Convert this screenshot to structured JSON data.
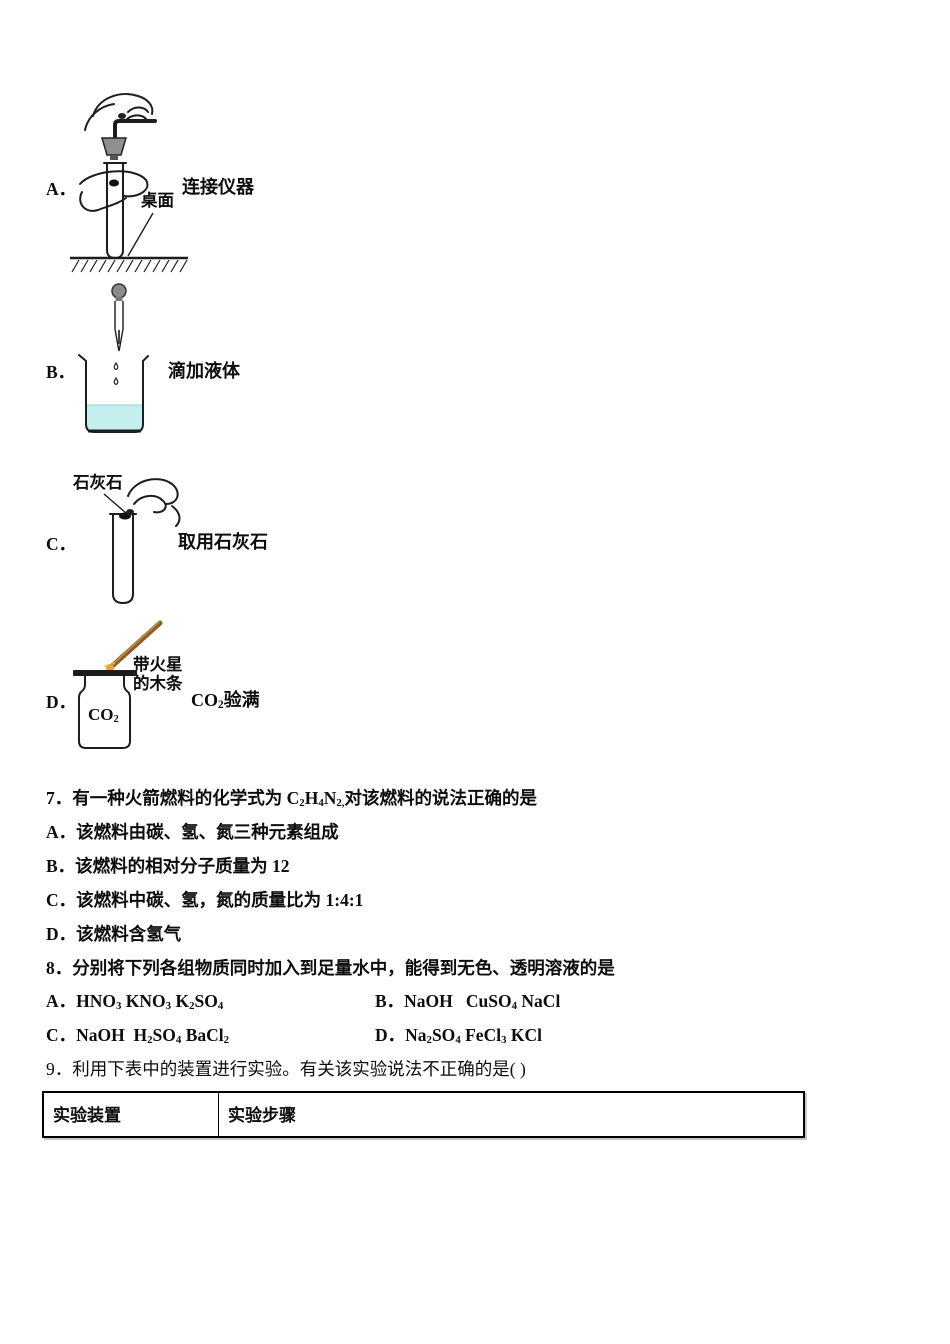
{
  "page": {
    "background": "#ffffff",
    "text_color": "#0d0d0d"
  },
  "figure_options": {
    "a": {
      "letter": "A．",
      "caption": "连接仪器",
      "surface_label": "桌面"
    },
    "b": {
      "letter": "B．",
      "caption": "滴加液体",
      "liquid_color": "#c4efee"
    },
    "c": {
      "letter": "C．",
      "caption": "取用石灰石",
      "sample_label": "石灰石"
    },
    "d": {
      "letter": "D．",
      "caption_formula": [
        {
          "t": "CO"
        },
        {
          "sub": "2"
        },
        {
          "t": "验满"
        }
      ],
      "splint_label_line1": "带火星",
      "splint_label_line2": "的木条",
      "bottle_formula": [
        {
          "t": "CO"
        },
        {
          "sub": "2"
        }
      ],
      "splint_color": "#8a5c28",
      "glow_color": "#e8a33d"
    }
  },
  "question7": {
    "title_formula": [
      {
        "t": "7．有一种火箭燃料的化学式为 C"
      },
      {
        "sub": "2"
      },
      {
        "t": "H"
      },
      {
        "sub": "4"
      },
      {
        "t": "N"
      },
      {
        "sub": "2,"
      },
      {
        "t": "对该燃料的说法正确的是"
      }
    ],
    "option_a": "A．该燃料由碳、氢、氮三种元素组成",
    "option_b": "B．该燃料的相对分子质量为 12",
    "option_c": "C．该燃料中碳、氢，氮的质量比为 1:4:1",
    "option_d": "D．该燃料含氢气"
  },
  "question8": {
    "title": "8．分别将下列各组物质同时加入到足量水中，能得到无色、透明溶液的是",
    "option_a_formula": [
      {
        "t": "A．HNO"
      },
      {
        "sub": "3"
      },
      {
        "t": " KNO"
      },
      {
        "sub": "3"
      },
      {
        "t": " K"
      },
      {
        "sub": "2"
      },
      {
        "t": "SO"
      },
      {
        "sub": "4"
      }
    ],
    "option_b_formula": [
      {
        "t": "B．NaOH   CuSO"
      },
      {
        "sub": "4"
      },
      {
        "t": " NaCl"
      }
    ],
    "option_c_formula": [
      {
        "t": "C．NaOH  H"
      },
      {
        "sub": "2"
      },
      {
        "t": "SO"
      },
      {
        "sub": "4"
      },
      {
        "t": " BaCl"
      },
      {
        "sub": "2"
      }
    ],
    "option_d_formula": [
      {
        "t": "D．Na"
      },
      {
        "sub": "2"
      },
      {
        "t": "SO"
      },
      {
        "sub": "4"
      },
      {
        "t": " FeCl"
      },
      {
        "sub": "3"
      },
      {
        "t": " KCl"
      }
    ]
  },
  "question9": {
    "title": "9．利用下表中的装置进行实验。有关该实验说法不正确的是( )"
  },
  "table": {
    "header_col1": "实验装置",
    "header_col2": "实验步骤"
  }
}
